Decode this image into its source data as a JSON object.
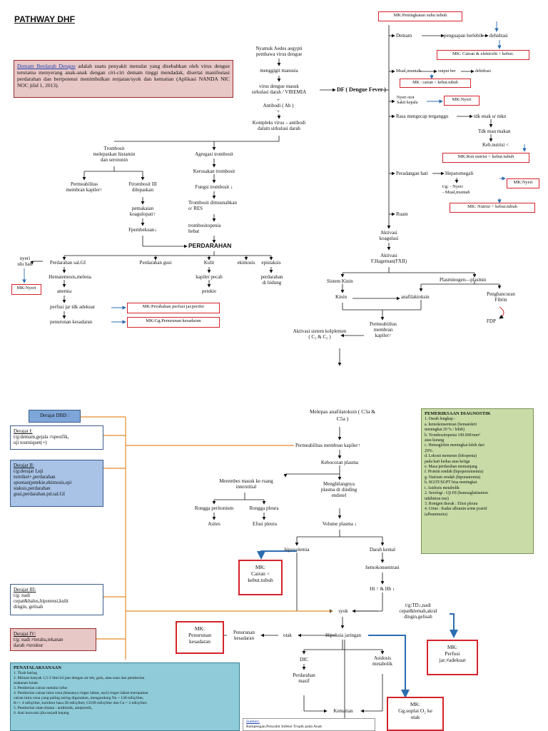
{
  "title": "PATHWAY DHF",
  "definition": {
    "term": "Demam Berdarah Dengue",
    "text": " adalah suatu penyakit menular yang disebabkan oleh virus dengue terutama menyerang anak-anak dengan ciri-ciri demam tinggi mendadak, disertai manifestasi perdarahan dan bertpotensi menimbulkan renjatan/syok dan kematian (Aplikasi NANDA NIC NOC jilid 1, 2013)."
  },
  "top_flow": {
    "nyamuk": "Nyamuk Aedes aegypti\npembawa virus dengue",
    "menggigit": "menggigit manusia",
    "virus_masuk": "virus dengue masuk\nsirkulasi darah / VIREMIA",
    "df": "DF ( Dengue Fever )",
    "antibodi": "+\nAntibodi ( Ab )\n+",
    "kompleks": "Kompleks virus – antibodi\ndalam sirkulasi darah",
    "trombosit_lepas": "Trombosit\nmelepaskan histamin\ndan serotonin",
    "agregasi": "Agregasi trombosit",
    "kerusakan": "Kerusakan trombosit",
    "fungsi": "Fungsi trombosit ↓",
    "dimusnahkan": "Trombosit dimusnahkan\no/ RES",
    "trombositopenia": "trombositopenia\nhebat",
    "permeabilitas_kapiler": "Permeabilitas\nmembran kapiler↑",
    "ftrombosit": "Ftrombosit III\ndilepaskan",
    "pemakaian": "pemakaian\nkoagulopati↑",
    "fpembekuan": "Fpembekuan↓",
    "perdarahan": "PERDARAHAN",
    "perdarahan_gi": "Perdarahan sal.GI",
    "perdarahan_gusi": "Perdarahan gusi",
    "kulit": "Kulit",
    "ekimosis": "ekimosis",
    "epistaksis": "epistaksis",
    "nyeri": "nyeri\nulu hati",
    "hematemesis": "Hematemesis,melena",
    "kapiler_pecah": "kapiler pecah",
    "perdarahan_hidung": "perdarahan\ndi hidung",
    "anemia": "anemia",
    "petekie": "petekie",
    "perfusi": "perfusi jar tdk adekuat",
    "penurunan_kesadaran": "penurunan kesadaran",
    "demam": "Demam",
    "penguapan": "penguapan berlebih",
    "dehidrasi": "dehidrasi",
    "mual": "Mual,muntah",
    "output": "output ber",
    "dehidrasi2": "dehidrasi",
    "nyeri_otot": "Nyeri otot\nSakit kepala",
    "rasa_mengecap": "Rasa mengecap terganggu",
    "tdk_enak": "tdk enak u/ mkn",
    "tdk_mau": "Tdk mau makan",
    "keb_nutrisi": "Keb.nutrisi <",
    "peradangan": "Peradangan hati",
    "hepatomegali": "Hepatomegali",
    "tg_nyeri": "t/g:  - Nyeri\n       - Mual,muntah",
    "ruam": "Ruam",
    "aktivasi_koagulasi": "Aktivasi\nkoagulasi",
    "aktivasi_hageman": "Aktivasi\nF.Hageman(FXII)",
    "sistem_kinin": "Sistem Kinin",
    "kinin": "Kinin",
    "plasminogen": "Plasminogen—plasmin",
    "anafilaktoksin": "anafilaktoksin",
    "penghancuran": "Penghancuran\nFibrin",
    "fdp": "FDP",
    "permeabilitas2": "Permeabilitas\nmembran\nkapiler↑",
    "komplemen": "Aktivasi sistem kolplemen\n( C₃ & C₅ )"
  },
  "mk_top": {
    "peningkatan_suhu": "MK:Peningkatan suhu tubuh",
    "cairan_elektrolit": "MK: Cairan & elektrolit < kebut.",
    "cairan_kebut": "MK : cairan < kebut.tubuh",
    "nyeri_right": "MK:Nyeri",
    "nutrisi": "MK:Rsti nutrisi < kebut.tubuh",
    "nyeri_hep": "MK:Nyeri",
    "nutrisi2": "MK: Nutrisi < kebut.tubuh",
    "nyeri_left": "MK:Nyeri",
    "perfusi_perifer": "MK:Perubahan perfusi jar.perifer",
    "penurunan_kes": "MK:Gg.Penurunan kesadaran"
  },
  "derajat": {
    "header": "Derajat DBD :",
    "d1_title": "Derajat I:",
    "d1_text": "t/g:demam,gejala       ≠spesifik,\nuji tourniquet(+)",
    "d2_title": "Derajat II:",
    "d2_text": "t/g:derajat I,uji\nturniket+,perdarahan\nspontan(petekie,ekimosis,epi\nstaksis,perdarahan\ngusi,perdarahan.pd.sal.GI",
    "d3_title": "Derajat III:",
    "d3_text": "t/g: nadi\ncepat&halus,hipotensi,kulit\ndingin, gelisah",
    "d4_title": "Derajat IV:",
    "d4_text": "t/g: nadi ≠teraba,tekanan\ndarah ≠terukur"
  },
  "bottom_flow": {
    "melepas": "Melepas anafilatoksin ( C3a &\nC5a )",
    "permeabilitas": "Permeabilitas membran kapiler↑",
    "kebocoran": "Kebocoran plasma",
    "merembes": "Merembes masuk ke ruang\ninterstitial",
    "menghilangnya": "Menghilangnya\nplasma dr dinding\nendotel",
    "rongga_peritonium": "Rongga peritonium",
    "rongga_pleura": "Rongga pleura",
    "asites": "Asites",
    "efusi": "Efusi pleura",
    "volume": "Volume plasma ↓",
    "hipovolemia": "hipovolemia",
    "darah_kental": "Darah kental",
    "hemokonsentrasi": "hemokonsentrasi",
    "ht_hb": "Ht ↑ & Hb ↓",
    "syok": "syok",
    "tg_td": "t/g:TD↓,nadi\ncepat&lemah,akral\ndingin,gelisah",
    "penurunan": "Penurunan\nkesadaran",
    "otak": "otak",
    "hipoksia": "Hipoksia jaringan",
    "dic": "DIC",
    "asidosis": "Asidosis\nmetabolik",
    "perdarahan_masif": "Perdarahan\nmasif",
    "kematian": "Kematian"
  },
  "mk_bottom": {
    "cairan": "MK:\nCairan <\nkebut.tubuh",
    "penurunan": "MK:\nPenurunan\nkesadaran",
    "perfusi": "MK:\nPerfusi\njar.≠adekuat",
    "oksigen": "MK:\nGg.suplai O₂ ke\notak"
  },
  "diagnostik": {
    "title": "PEMERIKSAAN DIAGNOSTIK",
    "body": "1.    Darah lengkap :\n       a.   hemokonsentrasi (hematokrit\n             meningkat 20 % / lebih)\n       b.   Trombositopenia 100.000/mm³\n             atau kurang\n       c.   Hemoglobin meningkat lebih dari\n             20%.\n       d.   Lekosit menurun (lekopenia)\n             pada hari kedua atau ketiga\n       e.   Masa perdarahan memanjang\n       f.    Protein rendah (hipoproteinemia)\n       g.   Natrium rendah (hiponatremia)\n       h.   SGOT/SGPT bisa meningkat\n       i.    Asidosis metabolik\n2.    Serologi : Uji HI (hemoaglutination\n       inhibition test)\n3.    Rontgen thorak : Efusi pleura\n4.    Urine       : Kadar albumin urine positif\n       (albuminuria)"
  },
  "penatalaksanaan": {
    "title": "PENATALAKSANAAN",
    "body": "1.    Tirah baring\n2.    Minum banyak 1,5-2 liter/24 jam dengan air teh, gula, atau susu dan pemberian\n       makanan lunak\n3.    Pemberian cairan melalui infus\n4.    Pemberian cairan intra vena (biasanya ringer laktat, nacl) ringer laktat merupakan\n       cairan intra vena yang paling sering digunakan, mengandung Na + 130 mEq/liter,\n       K++ 4 mEq/liter, korektor basa 28 mEq/liter, Cl109 mEq/liter dan Ca = 3 mEq/liter.\n5.    Pemberian obat-obatan : antibiotik, antipiretik,\n6.    Anti konvulsi jika terjadi kejang"
  },
  "sumber": {
    "label": "Sumber:",
    "text": "Rampengan,Penyakit Infeksi Tropik pada Anak"
  }
}
